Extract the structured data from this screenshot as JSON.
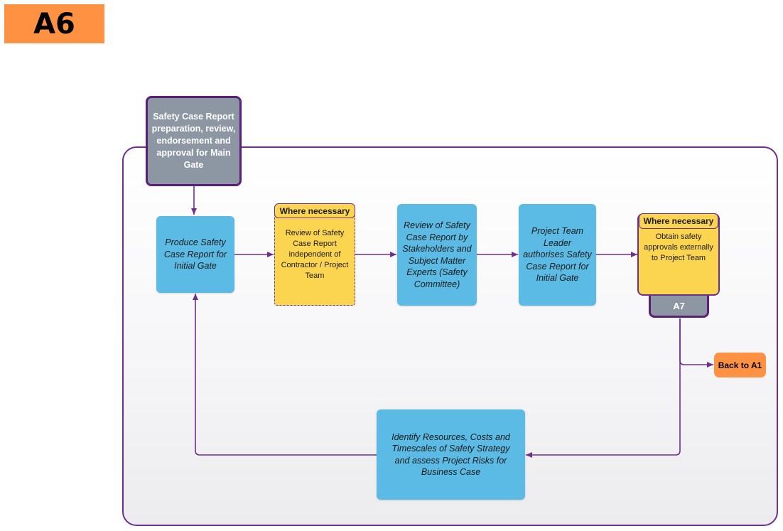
{
  "badge": {
    "label": "A6"
  },
  "header": {
    "text": "Safety Case Report preparation, review, endorsement and approval for Main Gate"
  },
  "steps": {
    "produce": "Produce Safety Case Report for Initial Gate",
    "independent_tag": "Where necessary",
    "independent": "Review of Safety Case Report independent of Contractor / Project Team",
    "stakeholders": "Review of Safety Case Report by Stakeholders and Subject Matter Experts (Safety Committee)",
    "authorise": "Project Team Leader authorises Safety Case Report for Initial Gate",
    "external_tag": "Where necessary",
    "external": "Obtain safety approvals externally to Project Team",
    "a7": "A7",
    "back": "Back to A1",
    "identify": "Identify Resources, Costs and Timescales of Safety Strategy and assess Project Risks for Business Case"
  },
  "colors": {
    "process_blue": "#5bbbe4",
    "optional_yellow": "#fcd550",
    "link_orange": "#ff9142",
    "header_grey": "#8c97a3",
    "connector_purple": "#6e2f8e"
  }
}
